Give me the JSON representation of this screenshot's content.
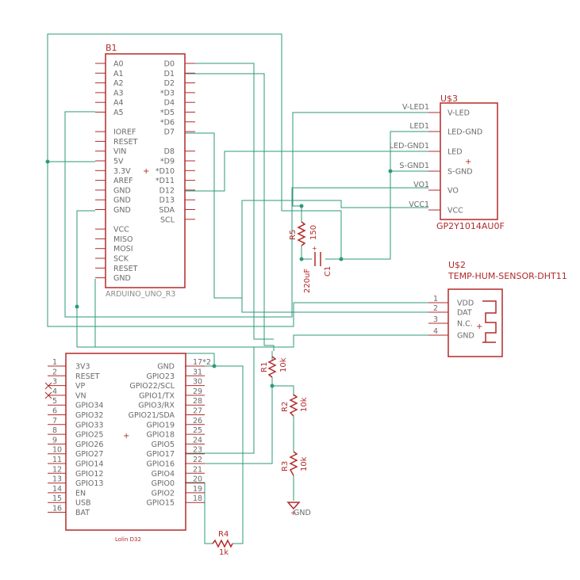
{
  "arduino": {
    "ref": "B1",
    "value": "ARDUINO_UNO_R3",
    "left_pins": [
      "A0",
      "A1",
      "A2",
      "A3",
      "A4",
      "A5",
      "",
      "IOREF",
      "RESET",
      "VIN",
      "5V",
      "3.3V",
      "AREF",
      "GND",
      "GND",
      "GND",
      "",
      "VCC",
      "MISO",
      "MOSI",
      "SCK",
      "RESET",
      "GND"
    ],
    "right_pins": [
      "D0",
      "D1",
      "D2",
      "*D3",
      "D4",
      "*D5",
      "*D6",
      "D7",
      "",
      "D8",
      "*D9",
      "*D10",
      "*D11",
      "D12",
      "D13",
      "SDA",
      "SCL"
    ]
  },
  "dust_sensor": {
    "ref": "U$3",
    "value": "GP2Y1014AU0F",
    "pins": [
      "V-LED",
      "LED-GND",
      "LED",
      "S-GND",
      "VO",
      "VCC"
    ],
    "net_labels": [
      "V-LED1",
      "LED1",
      "LED-GND1",
      "S-GND1",
      "VO1",
      "VCC1"
    ]
  },
  "dht": {
    "ref": "U$2",
    "value": "TEMP-HUM-SENSOR-DHT11",
    "pins": [
      "VDD",
      "DAT",
      "N.C.",
      "GND"
    ],
    "pin_numbers": [
      "1",
      "2",
      "3",
      "4"
    ]
  },
  "esp32": {
    "value": "Lolin D32",
    "left_numbers": [
      "1",
      "2",
      "3",
      "4",
      "5",
      "6",
      "7",
      "8",
      "9",
      "10",
      "11",
      "12",
      "13",
      "14",
      "15",
      "16"
    ],
    "left_pins": [
      "3V3",
      "RESET",
      "VP",
      "VN",
      "GPIO34",
      "GPIO32",
      "GPIO33",
      "GPIO25",
      "GPIO26",
      "GPIO27",
      "GPIO14",
      "GPIO12",
      "GPIO13",
      "EN",
      "USB",
      "BAT"
    ],
    "right_pins": [
      "GND",
      "GPIO23",
      "GPIO22/SCL",
      "GPIO1/TX",
      "GPIO3/RX",
      "GPIO21/SDA",
      "GPIO19",
      "GPIO18",
      "GPIO5",
      "GPIO17",
      "GPIO16",
      "GPIO4",
      "GPIO0",
      "GPIO2",
      "GPIO15"
    ],
    "right_numbers": [
      "17*2",
      "31",
      "30",
      "29",
      "28",
      "27",
      "26",
      "25",
      "24",
      "23",
      "22",
      "21",
      "20",
      "19",
      "18"
    ]
  },
  "passives": {
    "r5": {
      "ref": "R5",
      "value": "150"
    },
    "c1": {
      "ref": "C1",
      "value": "220uF"
    },
    "r1": {
      "ref": "R1",
      "value": "10k"
    },
    "r2": {
      "ref": "R2",
      "value": "10k"
    },
    "r3": {
      "ref": "R3",
      "value": "10k"
    },
    "r4": {
      "ref": "R4",
      "value": "1k"
    }
  },
  "ground_label": "GND",
  "colors": {
    "wire": "#2e9a7a",
    "symbol": "#b32a2a",
    "pin_text": "#6a6a6a"
  }
}
